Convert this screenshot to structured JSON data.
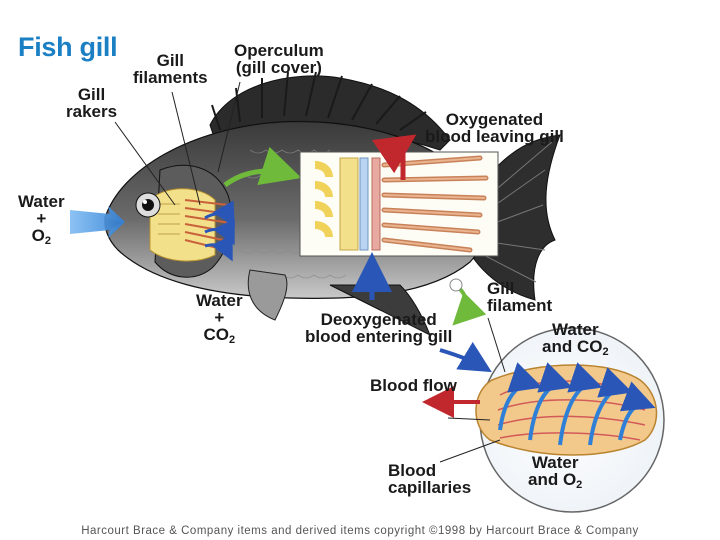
{
  "title": "Fish gill",
  "labels": {
    "gill_rakers": [
      "Gill",
      "rakers"
    ],
    "gill_filaments": [
      "Gill",
      "filaments"
    ],
    "operculum": [
      "Operculum",
      "(gill cover)"
    ],
    "oxygenated": [
      "Oxygenated",
      "blood leaving gill"
    ],
    "water_in": [
      "Water",
      "+",
      "O",
      "2"
    ],
    "water_out": [
      "Water",
      "+",
      "CO",
      "2"
    ],
    "deoxygenated": [
      "Deoxygenated",
      "blood entering gill"
    ],
    "gill_filament": [
      "Gill",
      "filament"
    ],
    "water_co2": [
      "Water",
      "and CO",
      "2"
    ],
    "blood_flow": "Blood flow",
    "blood_capillaries": [
      "Blood",
      "capillaries"
    ],
    "water_o2": [
      "Water",
      "and O",
      "2"
    ]
  },
  "credit": "Harcourt Brace & Company items and derived items copyright ©1998 by Harcourt Brace & Company",
  "colors": {
    "title": "#1b7fc4",
    "water_arrow": "#3a8de0",
    "oxygenated_arrow": "#c0282e",
    "deoxygenated_arrow": "#2a56b8",
    "green_arrow": "#6fba3a"
  }
}
